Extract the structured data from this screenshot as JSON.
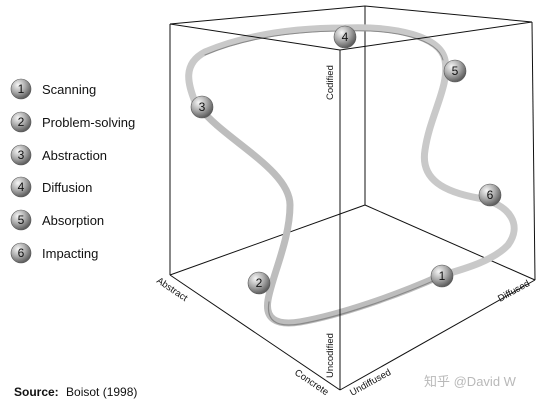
{
  "legend": [
    {
      "num": "1",
      "label": "Scanning"
    },
    {
      "num": "2",
      "label": "Problem-solving"
    },
    {
      "num": "3",
      "label": "Abstraction"
    },
    {
      "num": "4",
      "label": "Diffusion"
    },
    {
      "num": "5",
      "label": "Absorption"
    },
    {
      "num": "6",
      "label": "Impacting"
    }
  ],
  "axes": {
    "codified": "Codified",
    "uncodified": "Uncodified",
    "abstract": "Abstract",
    "concrete": "Concrete",
    "undiffused": "Undiffused",
    "diffused": "Diffused"
  },
  "source": {
    "label": "Source:",
    "text": "Boisot (1998)"
  },
  "watermark": "知乎 @David W",
  "colors": {
    "ribbon": "#bdbdbd",
    "ribbon_edge": "#8a8a8a",
    "ball_dark": "#6e6e6e",
    "ball_light": "#f4f4f4",
    "lines": "#111111"
  }
}
